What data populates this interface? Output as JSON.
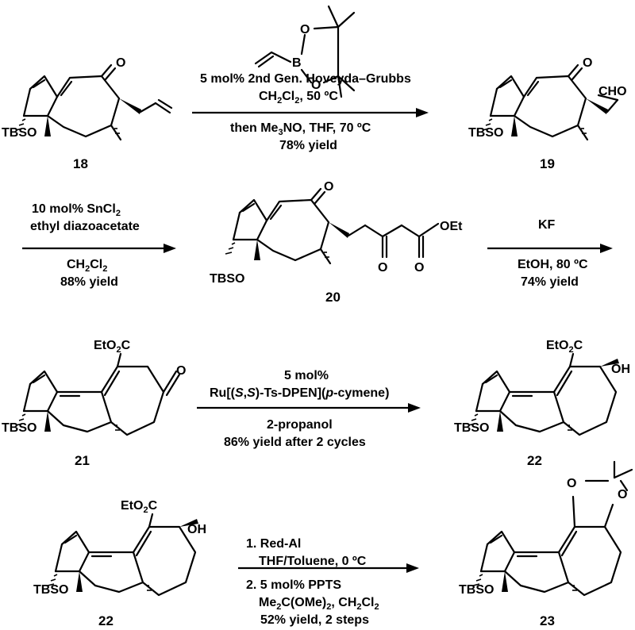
{
  "compounds": {
    "c18": "18",
    "c19": "19",
    "c20": "20",
    "c21": "21",
    "c22a": "22",
    "c22b": "22",
    "c23": "23"
  },
  "atom_labels": {
    "tbso": "TBSO",
    "ketone_o": "O",
    "cho": "CHO",
    "oet": "OEt",
    "oh": "OH",
    "o": "O",
    "etoc_1": "EtO",
    "etoc_2": "C",
    "etoc_sub": "2",
    "boronate_b": "B",
    "boronate_o": "O"
  },
  "step1": {
    "line1": "5 mol% 2nd Gen. Hoveyda–Grubbs",
    "line2_a": "CH",
    "line2_sub": "2",
    "line2_b": "Cl",
    "line2_sub2": "2",
    "line2_c": ", 50 ºC",
    "line3_a": "then Me",
    "line3_sub": "3",
    "line3_b": "NO, THF, 70 ºC",
    "line4": "78% yield"
  },
  "step2": {
    "line1_a": "10 mol% SnCl",
    "line1_sub": "2",
    "line2": "ethyl diazoacetate",
    "line3_a": "CH",
    "line3_sub": "2",
    "line3_b": "Cl",
    "line3_sub2": "2",
    "line4": "88% yield"
  },
  "step3": {
    "line1": "KF",
    "line2": "EtOH, 80 ºC",
    "line3": "74% yield"
  },
  "step4": {
    "line1": "5 mol%",
    "line2_a": "Ru[(",
    "line2_s1": "S",
    "line2_comma": ",",
    "line2_s2": "S",
    "line2_b": ")-Ts-DPEN](",
    "line2_p": "p",
    "line2_c": "-cymene)",
    "line3": "2-propanol",
    "line4": "86% yield after 2 cycles"
  },
  "step5": {
    "line1": "1. Red-Al",
    "line2": "THF/Toluene, 0 ºC",
    "line3": "2. 5 mol% PPTS",
    "line4_a": "Me",
    "line4_sub": "2",
    "line4_b": "C(OMe)",
    "line4_sub2": "2",
    "line4_c": ", CH",
    "line4_sub3": "2",
    "line4_d": "Cl",
    "line4_sub4": "2",
    "line5": "52% yield, 2 steps"
  }
}
